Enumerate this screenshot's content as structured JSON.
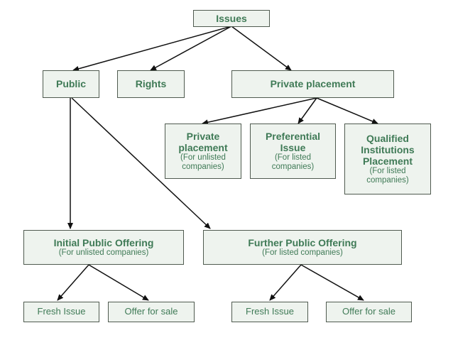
{
  "nodes": {
    "issues": {
      "title": "Issues"
    },
    "public": {
      "title": "Public"
    },
    "rights": {
      "title": "Rights"
    },
    "private_placement": {
      "title": "Private placement"
    },
    "private_unlisted": {
      "title": "Private placement",
      "sub": "(For unlisted companies)"
    },
    "preferential": {
      "title": "Preferential Issue",
      "sub": "(For listed companies)"
    },
    "qip": {
      "title": "Qualified Institutions Placement",
      "sub": "(For listed companies)"
    },
    "ipo": {
      "title": "Initial Public Offering",
      "sub": "(For unlisted companies)"
    },
    "fpo": {
      "title": "Further Public Offering",
      "sub": "(For listed companies)"
    },
    "ipo_fresh": {
      "title": "Fresh Issue"
    },
    "ipo_ofs": {
      "title": "Offer for sale"
    },
    "fpo_fresh": {
      "title": "Fresh Issue"
    },
    "fpo_ofs": {
      "title": "Offer for sale"
    }
  },
  "colors": {
    "text": "#3f7a56",
    "box_fill": "#eef3ee",
    "border": "#4f5a4f",
    "arrow": "#111111"
  }
}
